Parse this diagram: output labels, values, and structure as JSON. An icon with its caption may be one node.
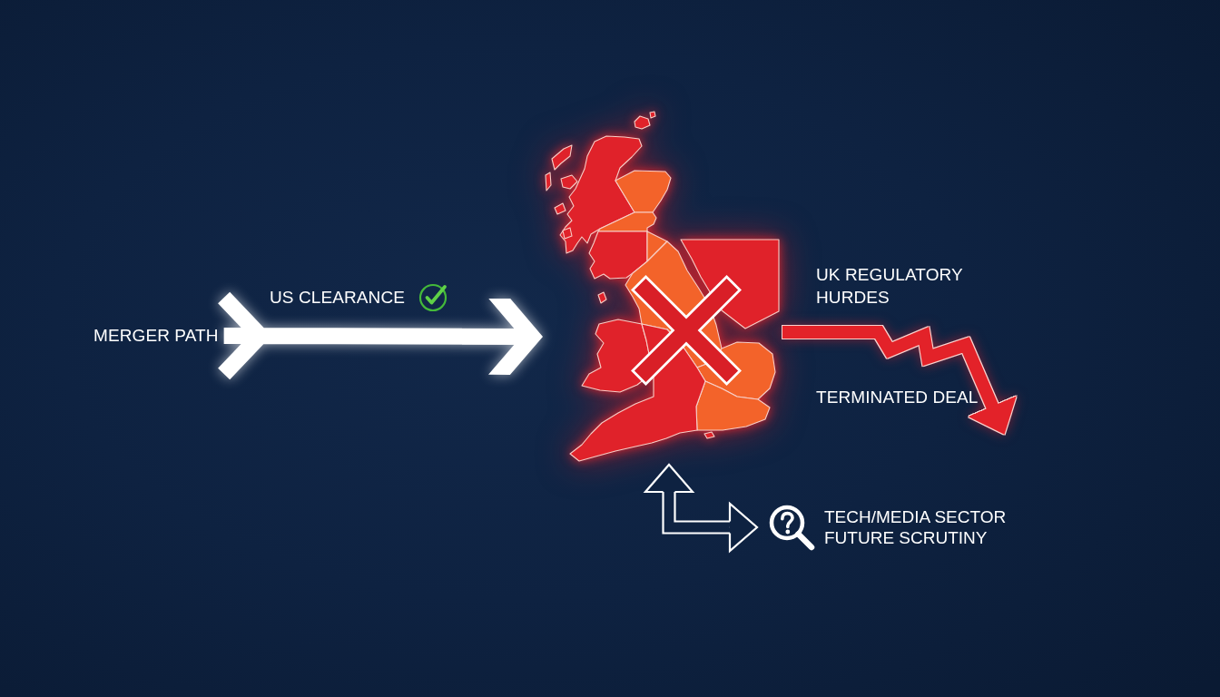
{
  "diagram": {
    "nodes": [
      {
        "text": [
          "MERGER PATH"
        ]
      },
      {
        "text": [],
        "shape": "picture"
      },
      {
        "text": [
          "TECH/MEDIA SECTOR FUTURE SCRUTINY"
        ]
      }
    ],
    "edges": [
      {
        "from": 0,
        "to": 1,
        "arrow": "to",
        "label": "US CLEARANCE"
      },
      {
        "from": 1,
        "to": null,
        "arrow": "to",
        "color": "#e32229"
      },
      {
        "from": 1,
        "to": 2,
        "arrow": "both"
      }
    ],
    "labels": [
      "UK REGULATORY HURDES",
      "TERMINATED DEAL"
    ]
  }
}
